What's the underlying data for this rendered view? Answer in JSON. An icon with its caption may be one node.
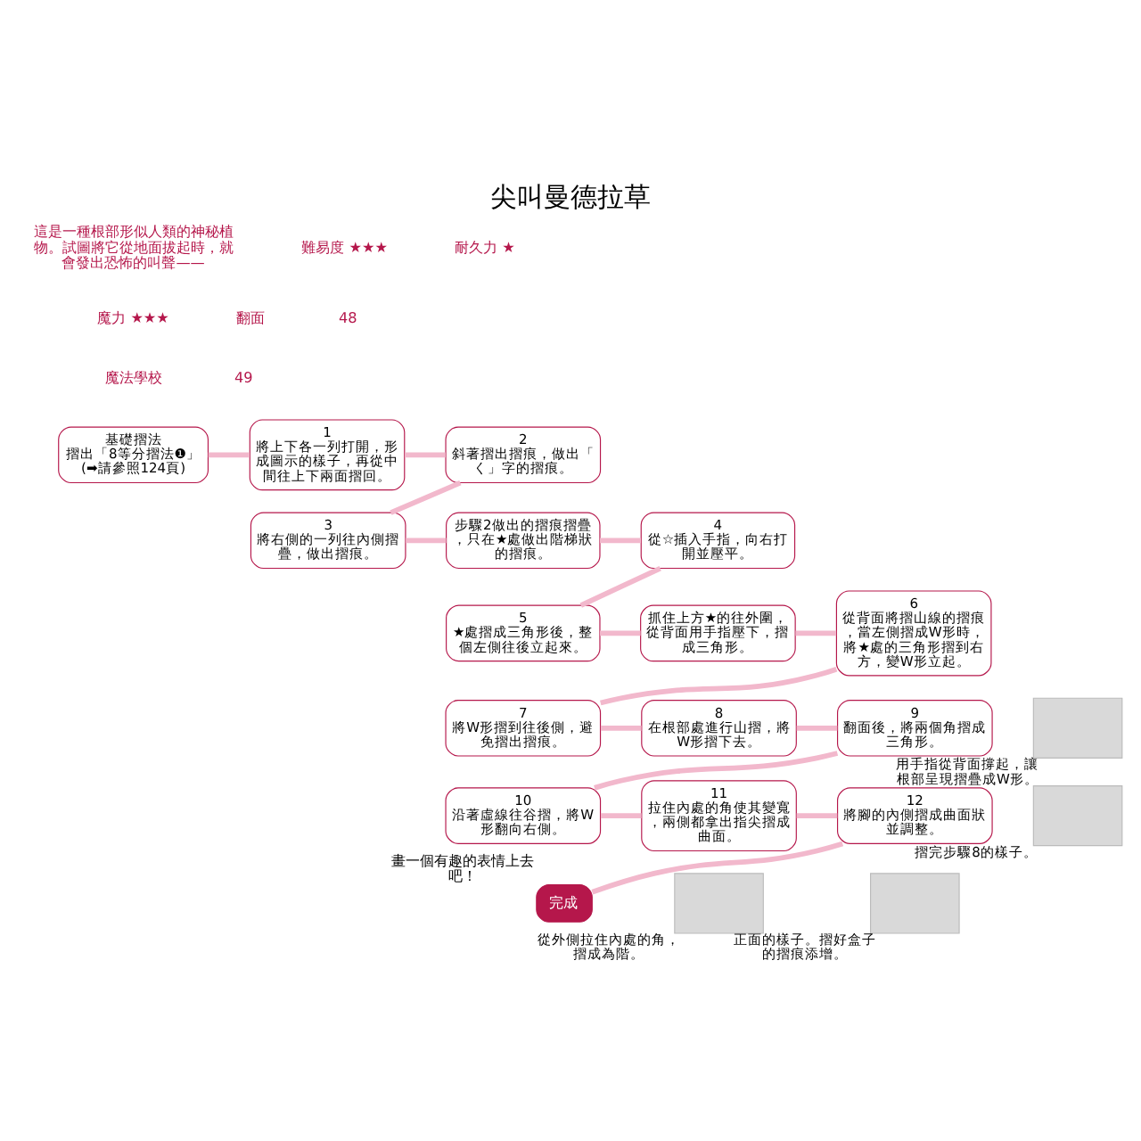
{
  "diagram": {
    "title": "尖叫曼德拉草",
    "nodes": [
      {
        "text": [
          "基礎摺法",
          "摺出「8等分摺法❶」(➡請參照124頁)"
        ]
      },
      {
        "text": [
          "1",
          "將上下各一列打開，形成圖示的樣子，再從中間往上下兩面摺回。"
        ]
      },
      {
        "text": [
          "2",
          "斜著摺出摺痕，做出「く」字的摺痕。"
        ]
      },
      {
        "text": [
          "3",
          "將右側的一列往內側摺疊，做出摺痕。"
        ]
      },
      {
        "text": [
          "步驟2做出的摺痕摺疊，只在★處做出階梯狀的摺痕。"
        ]
      },
      {
        "text": [
          "4",
          "從☆插入手指，向右打開並壓平。"
        ]
      },
      {
        "text": [
          "5",
          "★處摺成三角形後，整個左側往後立起來。"
        ]
      },
      {
        "text": [
          "抓住上方★的往外圍，從背面用手指壓下，摺成三角形。"
        ]
      },
      {
        "text": [
          "6",
          "從背面將摺山線的摺痕，當左側摺成W形時，將★處的三角形摺到右方，變W形立起。"
        ]
      },
      {
        "text": [],
        "shape": "box",
        "beside": [
          "用手指從背面撐起，讓根部呈現摺疊成W形。"
        ]
      },
      {
        "text": [
          "7",
          "將W形摺到往後側，避免摺出摺痕。"
        ]
      },
      {
        "text": [
          "8",
          "在根部處進行山摺，將W形摺下去。"
        ]
      },
      {
        "text": [],
        "shape": "box",
        "beside": [
          "摺完步驟8的樣子。"
        ]
      },
      {
        "text": [
          "9",
          "翻面後，將兩個角摺成三角形。"
        ]
      },
      {
        "text": [
          "10",
          "沿著虛線往谷摺，將W形翻向右側。"
        ]
      },
      {
        "text": [
          "11",
          "拉住內處的角使其變寬，兩側都拿出指尖摺成曲面。"
        ]
      },
      {
        "text": [],
        "shape": "box",
        "beside": [
          "從外側拉住內處的角，摺成為階。"
        ]
      },
      {
        "text": [
          "12",
          "將腳的內側摺成曲面狀並調整。"
        ]
      },
      {
        "text": [],
        "shape": "box",
        "beside": [
          "正面的樣子。摺好盒子的摺痕添增。"
        ]
      },
      {
        "text": [
          "完成"
        ],
        "beside": [
          "畫一個有趣的表情上去吧！"
        ]
      }
    ],
    "edges": [
      {
        "from": 0,
        "to": 1,
        "arrow": "none"
      },
      {
        "from": 1,
        "to": 2,
        "arrow": "none"
      },
      {
        "from": 2,
        "to": 3,
        "arrow": "none"
      },
      {
        "from": 3,
        "to": 4,
        "arrow": "none"
      },
      {
        "from": 4,
        "to": 5,
        "arrow": "none"
      },
      {
        "from": 5,
        "to": 6,
        "arrow": "none"
      },
      {
        "from": 6,
        "to": 7,
        "arrow": "none"
      },
      {
        "from": 7,
        "to": 8,
        "arrow": "none"
      },
      {
        "from": 8,
        "to": 10,
        "arrow": "none"
      },
      {
        "from": 10,
        "to": 11,
        "arrow": "none"
      },
      {
        "from": 11,
        "to": 13,
        "arrow": "none"
      },
      {
        "from": 13,
        "to": 14,
        "arrow": "none"
      },
      {
        "from": 14,
        "to": 15,
        "arrow": "none"
      },
      {
        "from": 15,
        "to": 17,
        "arrow": "none"
      },
      {
        "from": 17,
        "to": 19,
        "arrow": "none"
      }
    ],
    "labels": [
      "這是一種根部形似人類的神秘植物。試圖將它從地面拔起時，就會發出恐怖的叫聲——",
      "難易度 ★★★",
      "耐久力 ★",
      "魔力 ★★★",
      "翻面",
      "48",
      "魔法學校",
      "49"
    ]
  }
}
